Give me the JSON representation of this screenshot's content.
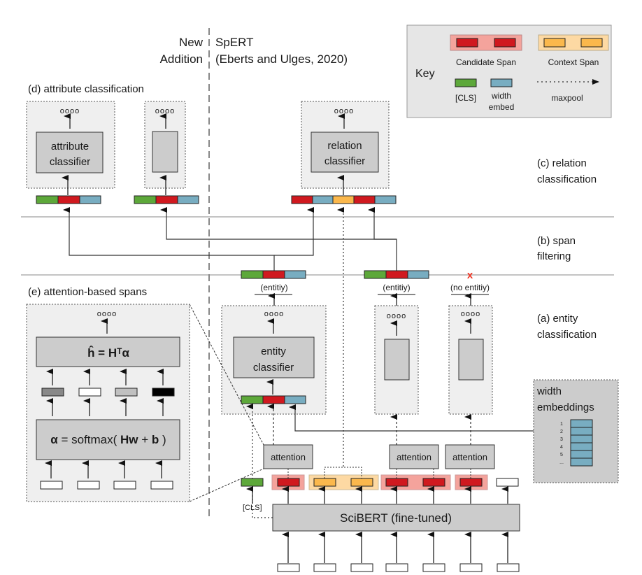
{
  "header": {
    "new_addition_line1": "New",
    "new_addition_line2": "Addition",
    "spert_line1": "SpERT",
    "spert_line2": "(Eberts and Ulges, 2020)"
  },
  "key": {
    "title": "Key",
    "candidate_span": "Candidate Span",
    "context_span": "Context Span",
    "cls": "[CLS]",
    "width_embed_line1": "width",
    "width_embed_line2": "embed",
    "maxpool": "maxpool"
  },
  "sections": {
    "d": "(d) attribute classification",
    "c_line1": "(c) relation",
    "c_line2": "classification",
    "b_line1": "(b) span",
    "b_line2": "filtering",
    "a_line1": "(a) entity",
    "a_line2": "classification",
    "e": "(e) attention-based spans"
  },
  "classifiers": {
    "attribute_line1": "attribute",
    "attribute_line2": "classifier",
    "relation_line1": "relation",
    "relation_line2": "classifier",
    "entity_line1": "entity",
    "entity_line2": "classifier"
  },
  "outputs": {
    "dots": "oooo",
    "entity1": "(entitiy)",
    "entity2": "(entitiy)",
    "entity3": "(no entitiy)",
    "reject_mark": "x"
  },
  "attention_panel": {
    "h_formula": "ĥ = Hᵀα",
    "alpha_formula_prefix": "α",
    "alpha_formula_mid": " = softmax( ",
    "alpha_formula_hw": "Hw",
    "alpha_formula_plus": " + ",
    "alpha_formula_b": "b",
    "alpha_formula_close": " )"
  },
  "encoder": {
    "attention_label": "attention",
    "cls_label": "[CLS]",
    "sciBERT_label": "SciBERT (fine-tuned)"
  },
  "width_embeddings": {
    "title_line1": "width",
    "title_line2": "embeddings",
    "rows": [
      "1",
      "2",
      "3",
      "4",
      "5",
      "..."
    ]
  },
  "colors": {
    "candidate_red": "#d0191f",
    "candidate_bg": "#f4a39c",
    "context_orange": "#fbb84c",
    "context_bg": "#fdd9a3",
    "cls_green": "#5da83a",
    "width_blue": "#78adc1",
    "box_gray": "#cccccc",
    "panel_gray": "#efefef",
    "reject_red": "#ee3322"
  }
}
